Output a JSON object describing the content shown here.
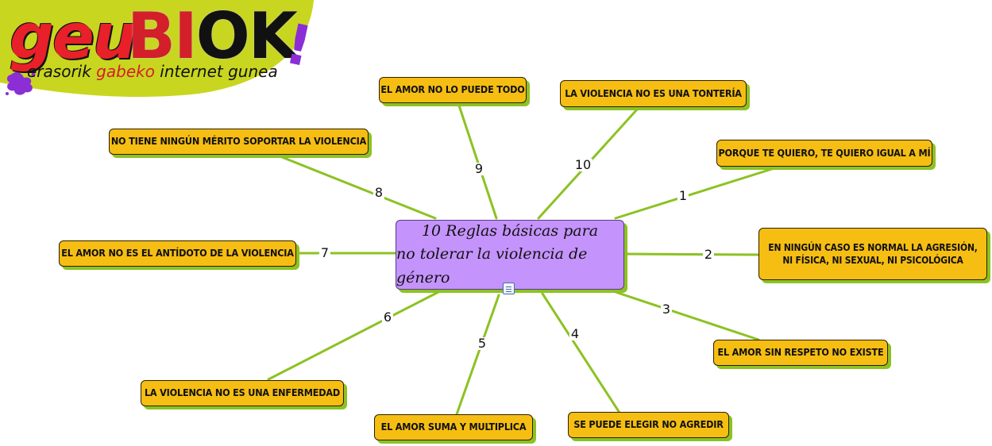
{
  "logo": {
    "word1": "geu",
    "word2_red": "BI",
    "word2_black": "OK",
    "exclamation": "!",
    "tagline_part1": "erasorik ",
    "tagline_part2": "gabeko",
    "tagline_part3": " internet gunea",
    "colors": {
      "green": "#c9d61f",
      "red": "#d31f2a",
      "purple": "#8b2ed6"
    }
  },
  "center": {
    "line1": "10 Reglas básicas para",
    "line2": "no tolerar la violencia de género",
    "note_icon": "note-icon"
  },
  "nodes": [
    {
      "num": "1",
      "text": "Porque te quiero, te quiero igual a mí"
    },
    {
      "num": "2",
      "text": "En ningún caso es normal la agresión, ni física, ni sexual, ni psicológica"
    },
    {
      "num": "3",
      "text": "El amor sin respeto no existe"
    },
    {
      "num": "4",
      "text": "Se puede elegir no agredir"
    },
    {
      "num": "5",
      "text": "El amor suma y multiplica"
    },
    {
      "num": "6",
      "text": "La violencia no es una enfermedad"
    },
    {
      "num": "7",
      "text": "El amor no es el antídoto de la violencia"
    },
    {
      "num": "8",
      "text": "No tiene ningún mérito soportar la violencia"
    },
    {
      "num": "9",
      "text": "El amor no lo puede todo"
    },
    {
      "num": "10",
      "text": "La violencia no es una tontería"
    }
  ],
  "colors": {
    "node_fill": "#f6be13",
    "center_fill": "#c493fb",
    "connector": "#8cc222",
    "shadow": "#8cc222"
  }
}
